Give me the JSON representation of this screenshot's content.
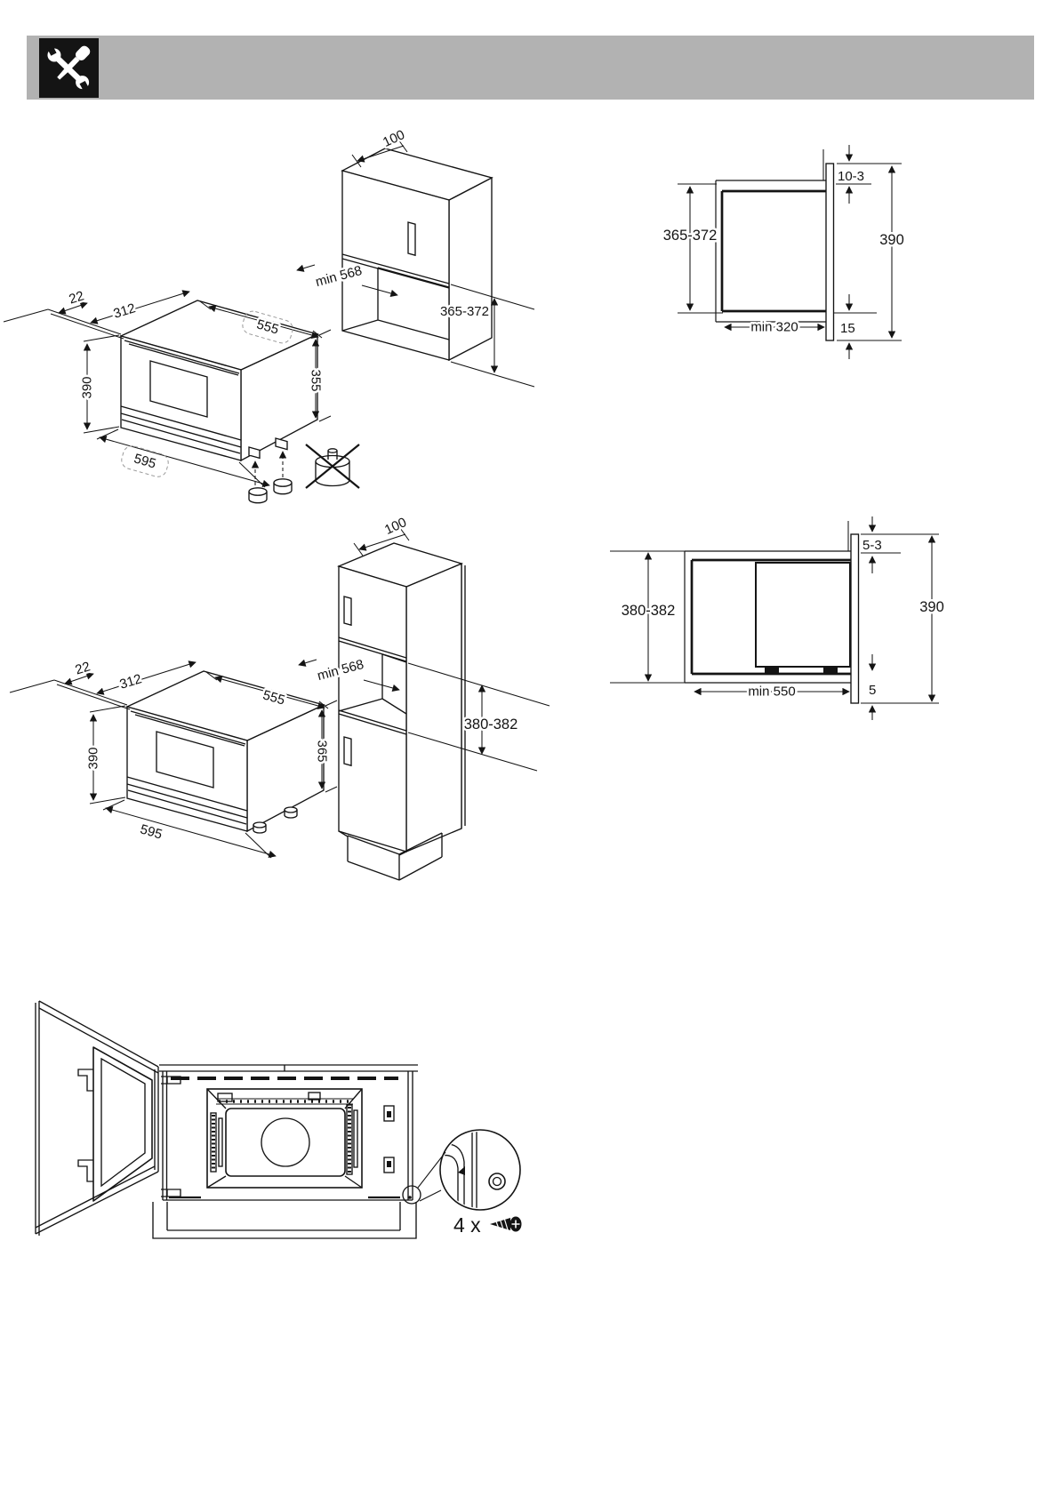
{
  "header": {
    "icon": "tools-icon"
  },
  "colors": {
    "header_bar": "#b2b2b2",
    "icon_bg": "#141414",
    "line": "#141414"
  },
  "fig_a": {
    "mw_door_edge": "22",
    "mw_depth": "312",
    "mw_width": "555",
    "mw_height": "390",
    "mw_body_height": "355",
    "mw_front_width": "595",
    "cab_top_depth": "100",
    "cab_niche_width": "min 568",
    "cab_niche_height": "365-372"
  },
  "fig_b": {
    "niche_height": "365-372",
    "top_gap": "10-3",
    "front_height": "390",
    "niche_depth": "min 320",
    "bottom_gap": "15"
  },
  "fig_c": {
    "mw_door_edge": "22",
    "mw_depth": "312",
    "mw_width": "555",
    "mw_height": "390",
    "mw_body_height": "365",
    "mw_front_width": "595",
    "cab_top_depth": "100",
    "cab_niche_width": "min 568",
    "cab_niche_height": "380-382"
  },
  "fig_d": {
    "niche_height": "380-382",
    "top_gap": "5-3",
    "front_height": "390",
    "niche_depth": "min 550",
    "bottom_gap": "5"
  },
  "fig_e": {
    "screw_qty": "4 x"
  }
}
